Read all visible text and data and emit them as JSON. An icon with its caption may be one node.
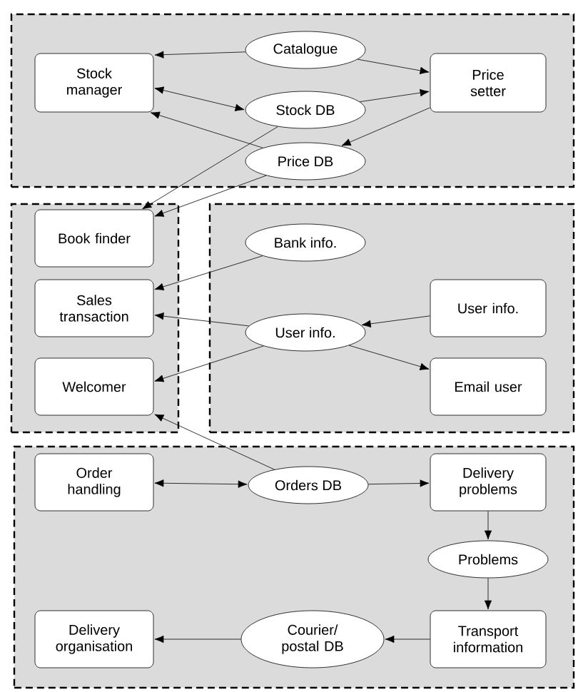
{
  "diagram": {
    "nodes": [
      {
        "text": [],
        "shape": "box"
      },
      {
        "text": [],
        "shape": "box"
      },
      {
        "text": [],
        "shape": "box"
      },
      {
        "text": [],
        "shape": "box"
      },
      {
        "text": [
          "Stock manager"
        ],
        "in": 0
      },
      {
        "text": [
          "Catalogue"
        ],
        "in": 0
      },
      {
        "text": [
          "Price setter"
        ],
        "in": 0
      },
      {
        "text": [
          "Stock DB"
        ],
        "in": 0
      },
      {
        "text": [
          "Price DB"
        ],
        "in": 0
      },
      {
        "text": [
          "Book finder"
        ],
        "in": 1
      },
      {
        "text": [
          "Sales transaction"
        ],
        "in": 1
      },
      {
        "text": [
          "Welcomer"
        ],
        "in": 1
      },
      {
        "text": [
          "Bank info."
        ],
        "in": 2
      },
      {
        "text": [
          "User info."
        ],
        "in": 2
      },
      {
        "text": [
          "User info."
        ],
        "in": 2
      },
      {
        "text": [
          "Email user"
        ],
        "in": 2
      },
      {
        "text": [
          "Order handling"
        ],
        "in": 3
      },
      {
        "text": [
          "Orders DB"
        ],
        "in": 3
      },
      {
        "text": [
          "Delivery problems"
        ],
        "in": 3
      },
      {
        "text": [
          "Problems"
        ],
        "in": 3
      },
      {
        "text": [
          "Transport information"
        ],
        "in": 3
      },
      {
        "text": [
          "Courier/ postal DB"
        ],
        "in": 3
      },
      {
        "text": [
          "Delivery organisation"
        ],
        "in": 3
      }
    ],
    "edges": [
      {
        "from": 5,
        "to": 4,
        "arrow": "to"
      },
      {
        "from": 4,
        "to": 7,
        "arrow": "both"
      },
      {
        "from": 8,
        "to": 4,
        "arrow": "to"
      },
      {
        "from": 5,
        "to": 6,
        "arrow": "to"
      },
      {
        "from": 7,
        "to": 6,
        "arrow": "to"
      },
      {
        "from": 6,
        "to": 8,
        "arrow": "to"
      },
      {
        "from": 7,
        "to": 9,
        "arrow": "to"
      },
      {
        "from": 8,
        "to": 9,
        "arrow": "to"
      },
      {
        "from": 12,
        "to": 10,
        "arrow": "to"
      },
      {
        "from": 14,
        "to": 10,
        "arrow": "to"
      },
      {
        "from": 13,
        "to": 14,
        "arrow": "to"
      },
      {
        "from": 14,
        "to": 15,
        "arrow": "to"
      },
      {
        "from": 14,
        "to": 11,
        "arrow": "to"
      },
      {
        "from": 17,
        "to": 11,
        "arrow": "to"
      },
      {
        "from": 16,
        "to": 17,
        "arrow": "both"
      },
      {
        "from": 17,
        "to": 18,
        "arrow": "to"
      },
      {
        "from": 18,
        "to": 19,
        "arrow": "to"
      },
      {
        "from": 19,
        "to": 20,
        "arrow": "to"
      },
      {
        "from": 20,
        "to": 21,
        "arrow": "to"
      },
      {
        "from": 21,
        "to": 22,
        "arrow": "to"
      }
    ]
  }
}
